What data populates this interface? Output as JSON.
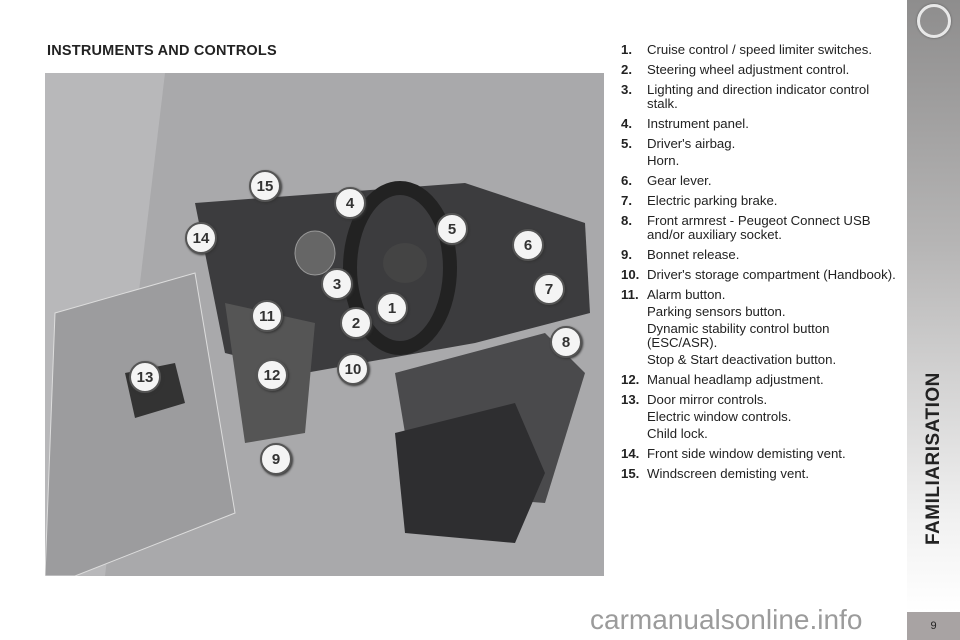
{
  "header": {
    "title": "INSTRUMENTS AND CONTROLS"
  },
  "illustration": {
    "callouts": [
      "15",
      "4",
      "14",
      "5",
      "6",
      "3",
      "1",
      "7",
      "11",
      "2",
      "8",
      "10",
      "12",
      "13",
      "9"
    ]
  },
  "list": [
    {
      "num": "1.",
      "lines": [
        "Cruise control / speed limiter switches."
      ]
    },
    {
      "num": "2.",
      "lines": [
        "Steering wheel adjustment control."
      ]
    },
    {
      "num": "3.",
      "lines": [
        "Lighting and direction indicator control stalk."
      ]
    },
    {
      "num": "4.",
      "lines": [
        "Instrument panel."
      ]
    },
    {
      "num": "5.",
      "lines": [
        "Driver's airbag.",
        "Horn."
      ]
    },
    {
      "num": "6.",
      "lines": [
        "Gear lever."
      ]
    },
    {
      "num": "7.",
      "lines": [
        "Electric parking brake."
      ]
    },
    {
      "num": "8.",
      "lines": [
        "Front armrest - Peugeot Connect USB and/or auxiliary socket."
      ]
    },
    {
      "num": "9.",
      "lines": [
        "Bonnet release."
      ]
    },
    {
      "num": "10.",
      "lines": [
        "Driver's storage compartment (Handbook)."
      ]
    },
    {
      "num": "11.",
      "lines": [
        "Alarm button.",
        "Parking sensors button.",
        "Dynamic stability control button (ESC/ASR).",
        "Stop & Start deactivation button."
      ]
    },
    {
      "num": "12.",
      "lines": [
        "Manual headlamp adjustment."
      ]
    },
    {
      "num": "13.",
      "lines": [
        "Door mirror controls.",
        "Electric window controls.",
        "Child lock."
      ]
    },
    {
      "num": "14.",
      "lines": [
        "Front side window demisting vent."
      ]
    },
    {
      "num": "15.",
      "lines": [
        "Windscreen demisting vent."
      ]
    }
  ],
  "sidebar": {
    "section": "FAMILIARISATION",
    "page": "9"
  },
  "watermark": "carmanualsonline.info"
}
